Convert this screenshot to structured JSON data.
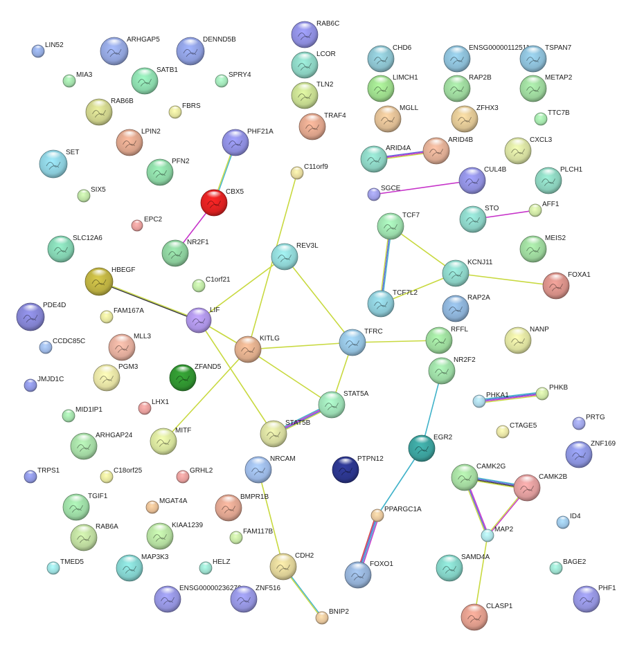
{
  "nodes": [
    {
      "id": "LIN52",
      "color": "#8fa6d8"
    },
    {
      "id": "ARHGAP5",
      "color": "#8ea0d6"
    },
    {
      "id": "DENND5B",
      "color": "#8a9ad8"
    },
    {
      "id": "MIA3",
      "color": "#9ed8a6"
    },
    {
      "id": "SATB1",
      "color": "#88d4a8"
    },
    {
      "id": "SPRY4",
      "color": "#9ee0b4"
    },
    {
      "id": "RAB6B",
      "color": "#c8cc88"
    },
    {
      "id": "FBRS",
      "color": "#dede9a"
    },
    {
      "id": "LPIN2",
      "color": "#d6a088"
    },
    {
      "id": "SET",
      "color": "#88c8d6"
    },
    {
      "id": "PFN2",
      "color": "#88d0a0"
    },
    {
      "id": "SIX5",
      "color": "#b8dca0"
    },
    {
      "id": "EPC2",
      "color": "#e09a98"
    },
    {
      "id": "SLC12A6",
      "color": "#80ccac"
    },
    {
      "id": "PHF21A",
      "color": "#8a8ad8"
    },
    {
      "id": "CBX5",
      "color": "#d82020"
    },
    {
      "id": "NR2F1",
      "color": "#88c898"
    },
    {
      "id": "C1orf21",
      "color": "#b8e0a0"
    },
    {
      "id": "HBEGF",
      "color": "#b8ac40"
    },
    {
      "id": "LIF",
      "color": "#a890e0"
    },
    {
      "id": "FAM167A",
      "color": "#e0e09a"
    },
    {
      "id": "PDE4D",
      "color": "#8080cc"
    },
    {
      "id": "CCDC85C",
      "color": "#9ab4e0"
    },
    {
      "id": "MLL3",
      "color": "#dca898"
    },
    {
      "id": "PGM3",
      "color": "#e0dca0"
    },
    {
      "id": "ZFAND5",
      "color": "#2f8f2f"
    },
    {
      "id": "JMJD1C",
      "color": "#8a92d8"
    },
    {
      "id": "MID1IP1",
      "color": "#9ed8a6"
    },
    {
      "id": "LHX1",
      "color": "#e09a98"
    },
    {
      "id": "ARHGAP24",
      "color": "#a0d4a0"
    },
    {
      "id": "MITF",
      "color": "#d0dc98"
    },
    {
      "id": "TRPS1",
      "color": "#8a92d8"
    },
    {
      "id": "C18orf25",
      "color": "#e0e09a"
    },
    {
      "id": "GRHL2",
      "color": "#e09a98"
    },
    {
      "id": "TGIF1",
      "color": "#98d4a0"
    },
    {
      "id": "MGAT4A",
      "color": "#e0b890"
    },
    {
      "id": "RAB6A",
      "color": "#b8d49a"
    },
    {
      "id": "KIAA1239",
      "color": "#b0d89c"
    },
    {
      "id": "TMED5",
      "color": "#98d8d8"
    },
    {
      "id": "MAP3K3",
      "color": "#80ccc8"
    },
    {
      "id": "HELZ",
      "color": "#98d8c8"
    },
    {
      "id": "ENSG00000236270",
      "color": "#9090d8"
    },
    {
      "id": "ZNF516",
      "color": "#9090d8"
    },
    {
      "id": "RAB6C",
      "color": "#8a8ad8"
    },
    {
      "id": "LCOR",
      "color": "#88ccbc"
    },
    {
      "id": "TLN2",
      "color": "#c0d48c"
    },
    {
      "id": "TRAF4",
      "color": "#d8a088"
    },
    {
      "id": "C11orf9",
      "color": "#e0d49a"
    },
    {
      "id": "REV3L",
      "color": "#8cd0d0"
    },
    {
      "id": "KITLG",
      "color": "#d8a888"
    },
    {
      "id": "STAT5B",
      "color": "#d0d49a"
    },
    {
      "id": "NRCAM",
      "color": "#98b4e0"
    },
    {
      "id": "BMPR1B",
      "color": "#d8a08c"
    },
    {
      "id": "FAM117B",
      "color": "#c0e0a0"
    },
    {
      "id": "CDH2",
      "color": "#d8cc94"
    },
    {
      "id": "BNIP2",
      "color": "#e0c098"
    },
    {
      "id": "CHD6",
      "color": "#88bcc8"
    },
    {
      "id": "LIMCH1",
      "color": "#98d488"
    },
    {
      "id": "MGLL",
      "color": "#d8b890"
    },
    {
      "id": "ENSG00000112511",
      "color": "#88b8d0"
    },
    {
      "id": "TSPAN7",
      "color": "#88b8d0"
    },
    {
      "id": "RAP2B",
      "color": "#98d098"
    },
    {
      "id": "METAP2",
      "color": "#98d098"
    },
    {
      "id": "ZFHX3",
      "color": "#d8c090"
    },
    {
      "id": "TTC7B",
      "color": "#a0e0a8"
    },
    {
      "id": "ARID4A",
      "color": "#88ccbc"
    },
    {
      "id": "ARID4B",
      "color": "#d8a890"
    },
    {
      "id": "CXCL3",
      "color": "#d0d89c"
    },
    {
      "id": "SGCE",
      "color": "#9a9ae0"
    },
    {
      "id": "CUL4B",
      "color": "#8c8cd8"
    },
    {
      "id": "PLCH1",
      "color": "#88ccb8"
    },
    {
      "id": "AFF1",
      "color": "#c8e0a0"
    },
    {
      "id": "STO",
      "color": "#88ccc0"
    },
    {
      "id": "TCF7",
      "color": "#98d8a8"
    },
    {
      "id": "MEIS2",
      "color": "#98d098"
    },
    {
      "id": "KCNJ11",
      "color": "#88ccc0"
    },
    {
      "id": "FOXA1",
      "color": "#d08c84"
    },
    {
      "id": "TCF7L2",
      "color": "#88c4d0"
    },
    {
      "id": "RAP2A",
      "color": "#88acd0"
    },
    {
      "id": "TFRC",
      "color": "#90bcd8"
    },
    {
      "id": "RFFL",
      "color": "#98d498"
    },
    {
      "id": "NANP",
      "color": "#d8dc9c"
    },
    {
      "id": "NR2F2",
      "color": "#98d4a0"
    },
    {
      "id": "STAT5A",
      "color": "#98d8b0"
    },
    {
      "id": "PHKA1",
      "color": "#a8d0e0"
    },
    {
      "id": "PHKB",
      "color": "#c8e0a0"
    },
    {
      "id": "PRTG",
      "color": "#9aa0e0"
    },
    {
      "id": "CTAGE5",
      "color": "#e0dca0"
    },
    {
      "id": "ZNF169",
      "color": "#8890d8"
    },
    {
      "id": "EGR2",
      "color": "#3a9c98"
    },
    {
      "id": "PTPN12",
      "color": "#2a3488"
    },
    {
      "id": "CAMK2G",
      "color": "#a0d49c"
    },
    {
      "id": "CAMK2B",
      "color": "#d89898"
    },
    {
      "id": "PPARGC1A",
      "color": "#e0c098"
    },
    {
      "id": "ID4",
      "color": "#98c0e0"
    },
    {
      "id": "MAP2",
      "color": "#a8dce0"
    },
    {
      "id": "FOXO1",
      "color": "#90acd0"
    },
    {
      "id": "SAMD4A",
      "color": "#80ccc0"
    },
    {
      "id": "BAGE2",
      "color": "#98d8c8"
    },
    {
      "id": "PHF1",
      "color": "#9090d8"
    },
    {
      "id": "CLASP1",
      "color": "#d89888"
    }
  ],
  "edges": [
    {
      "from": "PHF21A",
      "to": "CBX5",
      "colors": [
        "#3fb2c9",
        "#c8d93f"
      ]
    },
    {
      "from": "CBX5",
      "to": "NR2F1",
      "colors": [
        "#c632c9"
      ]
    },
    {
      "from": "HBEGF",
      "to": "LIF",
      "colors": [
        "#c8d93f",
        "#333333"
      ]
    },
    {
      "from": "LIF",
      "to": "REV3L",
      "colors": [
        "#c8d93f"
      ]
    },
    {
      "from": "LIF",
      "to": "KITLG",
      "colors": [
        "#c8d93f"
      ]
    },
    {
      "from": "LIF",
      "to": "STAT5B",
      "colors": [
        "#c8d93f"
      ]
    },
    {
      "from": "C11orf9",
      "to": "KITLG",
      "colors": [
        "#c8d93f"
      ]
    },
    {
      "from": "REV3L",
      "to": "TFRC",
      "colors": [
        "#c8d93f"
      ]
    },
    {
      "from": "KITLG",
      "to": "TFRC",
      "colors": [
        "#c8d93f"
      ]
    },
    {
      "from": "KITLG",
      "to": "STAT5A",
      "colors": [
        "#c8d93f"
      ]
    },
    {
      "from": "KITLG",
      "to": "MITF",
      "colors": [
        "#c8d93f"
      ]
    },
    {
      "from": "TFRC",
      "to": "STAT5A",
      "colors": [
        "#c8d93f"
      ]
    },
    {
      "from": "TFRC",
      "to": "RFFL",
      "colors": [
        "#c8d93f"
      ]
    },
    {
      "from": "STAT5B",
      "to": "STAT5A",
      "colors": [
        "#3fb2c9",
        "#c632c9",
        "#5a5ad8",
        "#c8d93f"
      ]
    },
    {
      "from": "TCF7",
      "to": "TCF7L2",
      "colors": [
        "#3fb2c9",
        "#5a5ad8",
        "#c8d93f"
      ]
    },
    {
      "from": "TCF7",
      "to": "KCNJ11",
      "colors": [
        "#c8d93f"
      ]
    },
    {
      "from": "TCF7L2",
      "to": "KCNJ11",
      "colors": [
        "#c8d93f"
      ]
    },
    {
      "from": "KCNJ11",
      "to": "FOXA1",
      "colors": [
        "#c8d93f"
      ]
    },
    {
      "from": "ARID4A",
      "to": "ARID4B",
      "colors": [
        "#5a5ad8",
        "#c632c9",
        "#c8d93f"
      ]
    },
    {
      "from": "SGCE",
      "to": "CUL4B",
      "colors": [
        "#c632c9"
      ]
    },
    {
      "from": "STO",
      "to": "AFF1",
      "colors": [
        "#c632c9"
      ]
    },
    {
      "from": "NR2F2",
      "to": "EGR2",
      "colors": [
        "#3fb2c9"
      ]
    },
    {
      "from": "EGR2",
      "to": "PPARGC1A",
      "colors": [
        "#3fb2c9"
      ]
    },
    {
      "from": "PPARGC1A",
      "to": "FOXO1",
      "colors": [
        "#c632c9",
        "#3fb2c9",
        "#5a5ad8",
        "#d84040"
      ]
    },
    {
      "from": "PHKA1",
      "to": "PHKB",
      "colors": [
        "#3fb2c9",
        "#5a5ad8",
        "#c632c9",
        "#c8d93f"
      ]
    },
    {
      "from": "CAMK2G",
      "to": "CAMK2B",
      "colors": [
        "#3fb2c9",
        "#5a5ad8",
        "#333333",
        "#c8d93f"
      ]
    },
    {
      "from": "CAMK2G",
      "to": "MAP2",
      "colors": [
        "#c632c9",
        "#5a5ad8",
        "#c8d93f"
      ]
    },
    {
      "from": "CAMK2B",
      "to": "MAP2",
      "colors": [
        "#c632c9",
        "#c8d93f"
      ]
    },
    {
      "from": "MAP2",
      "to": "CLASP1",
      "colors": [
        "#c8d93f"
      ]
    },
    {
      "from": "NRCAM",
      "to": "CDH2",
      "colors": [
        "#c8d93f"
      ]
    },
    {
      "from": "CDH2",
      "to": "BNIP2",
      "colors": [
        "#3fb2c9",
        "#c8d93f"
      ]
    }
  ]
}
